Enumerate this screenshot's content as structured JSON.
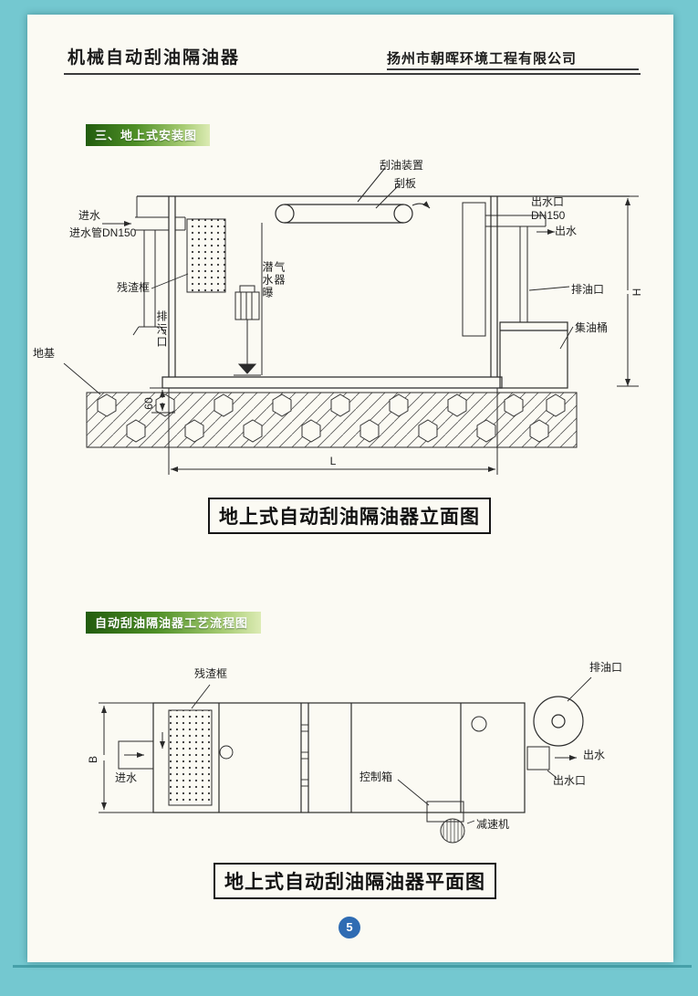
{
  "header": {
    "title": "机械自动刮油隔油器",
    "company": "扬州市朝晖环境工程有限公司"
  },
  "sections": {
    "installation": {
      "banner": "三、地上式安装图",
      "caption": "地上式自动刮油隔油器立面图"
    },
    "process": {
      "banner": "自动刮油隔油器工艺流程图",
      "caption": "地上式自动刮油隔油器平面图"
    }
  },
  "elevation": {
    "labels": {
      "scraper_device": "刮油装置",
      "scraper_blade": "刮板",
      "outlet_port": "出水口",
      "outlet_spec": "DN150",
      "outlet_flow": "出水",
      "inlet": "进水",
      "inlet_pipe": "进水管DN150",
      "residue_basket": "残渣框",
      "aerator": "潜水曝气器",
      "sewage_port": "排污口",
      "oil_port": "排油口",
      "oil_barrel": "集油桶",
      "foundation": "地基"
    },
    "dims": {
      "slab": "60",
      "length": "L",
      "height": "H"
    }
  },
  "plan": {
    "labels": {
      "residue_basket": "残渣框",
      "oil_port": "排油口",
      "outlet_flow": "出水",
      "outlet_port": "出水口",
      "control_box": "控制箱",
      "reducer": "减速机",
      "inlet": "进水"
    },
    "dims": {
      "width": "B"
    }
  },
  "footer": {
    "page_number": "5"
  },
  "colors": {
    "scan_background": "#74c8d0",
    "page_background": "#fbfaf3",
    "banner_green_dark": "#225c0e",
    "banner_green_light": "#dcebb4",
    "line_ink": "#2b2b2b",
    "page_number_blue": "#2f6cb3"
  }
}
